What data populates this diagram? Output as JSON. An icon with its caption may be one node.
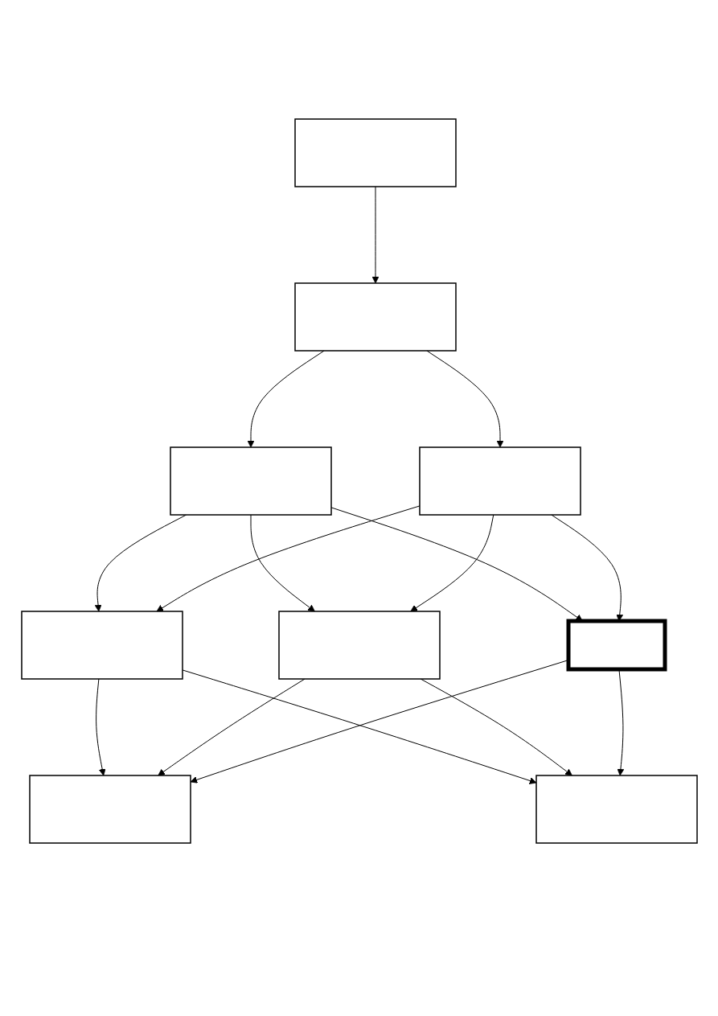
{
  "diagram": {
    "nodes": [
      {
        "text": [],
        "shape": "box"
      },
      {
        "text": [],
        "shape": "box"
      },
      {
        "text": [],
        "shape": "box"
      },
      {
        "text": [],
        "shape": "box"
      },
      {
        "text": [],
        "shape": "box"
      },
      {
        "text": [],
        "shape": "box"
      },
      {
        "text": [],
        "shape": "box"
      },
      {
        "text": [],
        "shape": "box"
      },
      {
        "text": [],
        "shape": "box"
      }
    ],
    "edges": [
      {
        "from": 0,
        "to": 1,
        "arrow": "to"
      },
      {
        "from": 1,
        "to": 2,
        "arrow": "to"
      },
      {
        "from": 1,
        "to": 3,
        "arrow": "to"
      },
      {
        "from": 2,
        "to": 4,
        "arrow": "to"
      },
      {
        "from": 2,
        "to": 5,
        "arrow": "to"
      },
      {
        "from": 2,
        "to": 6,
        "arrow": "to"
      },
      {
        "from": 3,
        "to": 4,
        "arrow": "to"
      },
      {
        "from": 3,
        "to": 5,
        "arrow": "to"
      },
      {
        "from": 3,
        "to": 6,
        "arrow": "to"
      },
      {
        "from": 4,
        "to": 7,
        "arrow": "to"
      },
      {
        "from": 4,
        "to": 8,
        "arrow": "to"
      },
      {
        "from": 5,
        "to": 7,
        "arrow": "to"
      },
      {
        "from": 5,
        "to": 8,
        "arrow": "to"
      },
      {
        "from": 6,
        "to": 7,
        "arrow": "to"
      },
      {
        "from": 6,
        "to": 8,
        "arrow": "to"
      }
    ]
  }
}
